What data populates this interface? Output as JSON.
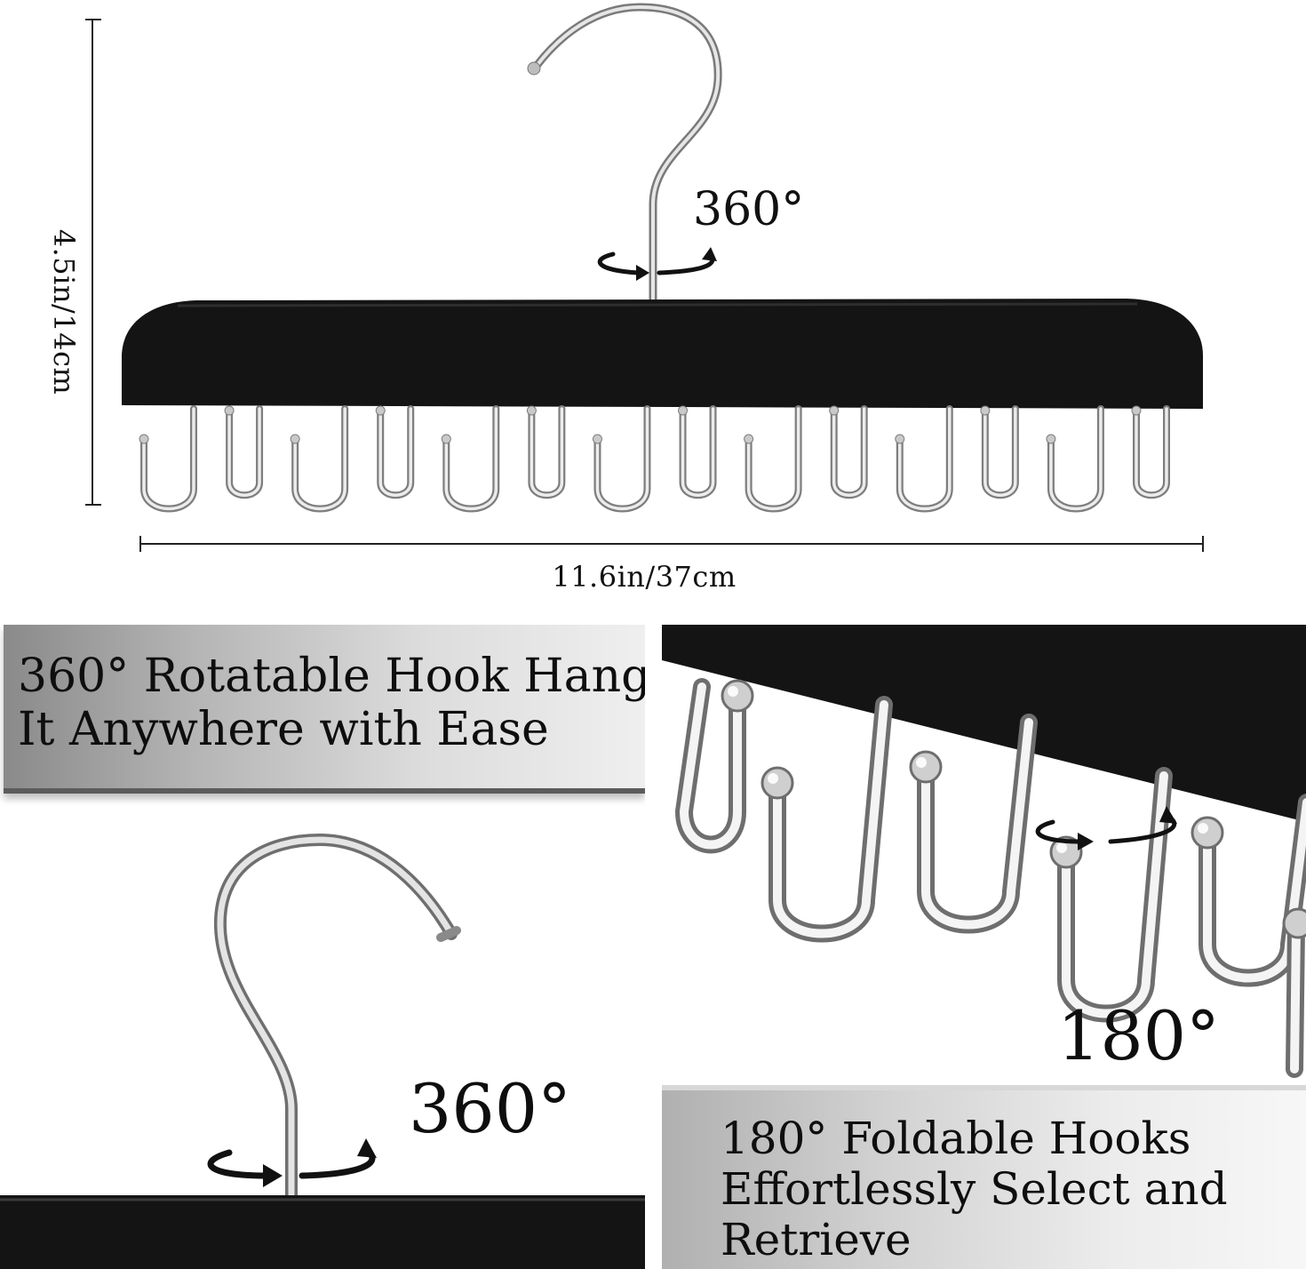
{
  "dimensions": {
    "height": "4.5in/14cm",
    "width": "11.6in/37cm"
  },
  "top_view": {
    "rotation_label": "360°",
    "hook_count": 14
  },
  "rotatable_panel": {
    "heading_line_1": "360° Rotatable Hook Hang",
    "heading_line_2": "It Anywhere with Ease",
    "rotation_label": "360°"
  },
  "foldable_panel": {
    "angle_label": "180°",
    "heading_line_1": "180° Foldable Hooks",
    "heading_line_2": "Effortlessly Select and",
    "heading_line_3": "Retrieve"
  },
  "colors": {
    "hanger_body": "#141414",
    "metal": "#c8c8c8",
    "banner_dark": "#8a8a8a",
    "banner_light": "#efefef"
  }
}
